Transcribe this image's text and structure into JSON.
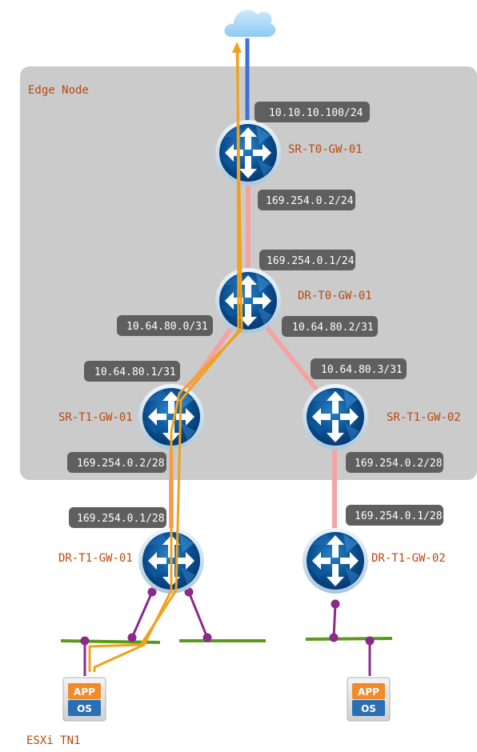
{
  "diagram": {
    "edge_node_title": "Edge Node",
    "host_label": "ESXi TN1",
    "routers": {
      "sr_t0": "SR-T0-GW-01",
      "dr_t0": "DR-T0-GW-01",
      "sr_t1_01": "SR-T1-GW-01",
      "sr_t1_02": "SR-T1-GW-02",
      "dr_t1_01": "DR-T1-GW-01",
      "dr_t1_02": "DR-T1-GW-02"
    },
    "ip_labels": {
      "uplink": "10.10.10.100/24",
      "sr_t0_down": "169.254.0.2/24",
      "dr_t0_up": "169.254.0.1/24",
      "dr_t0_left": "10.64.80.0/31",
      "dr_t0_right": "10.64.80.2/31",
      "sr_t1_01_up": "10.64.80.1/31",
      "sr_t1_02_up": "10.64.80.3/31",
      "sr_t1_01_down": "169.254.0.2/28",
      "sr_t1_02_down": "169.254.0.2/28",
      "dr_t1_01_up": "169.254.0.1/28",
      "dr_t1_02_up": "169.254.0.1/28"
    },
    "vms": {
      "vm1": {
        "app": "APP",
        "os": "OS"
      },
      "vm2": {
        "app": "APP",
        "os": "OS"
      }
    },
    "colors": {
      "edge_box": "#cbcbcb",
      "label_bg": "#5f5f5f",
      "router_name": "#b8480e",
      "link_pink": "#f4a3a3",
      "uplink_blue": "#3f6fd8",
      "path_orange": "#f0a21d",
      "segment_green": "#5a9a1a",
      "vm_port_purple": "#8a2a8a",
      "vm_app_orange": "#f08a2a",
      "vm_os_blue": "#2a6fb5"
    }
  }
}
